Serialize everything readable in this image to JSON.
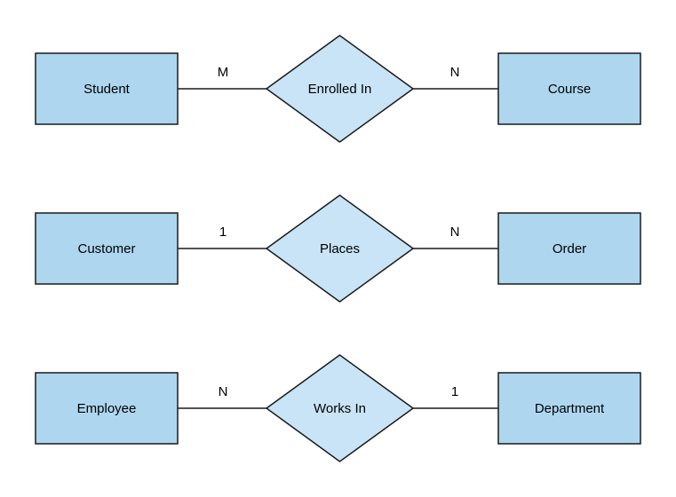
{
  "diagram": {
    "type": "entity-relationship",
    "colors": {
      "background": "#FFFFFF",
      "entity_fill": "#AED6EF",
      "relationship_fill": "#C8E4F6",
      "stroke": "#1A1A1A",
      "text": "#000000"
    },
    "rows": [
      {
        "left_entity": "Student",
        "left_cardinality": "M",
        "relationship": "Enrolled In",
        "right_cardinality": "N",
        "right_entity": "Course"
      },
      {
        "left_entity": "Customer",
        "left_cardinality": "1",
        "relationship": "Places",
        "right_cardinality": "N",
        "right_entity": "Order"
      },
      {
        "left_entity": "Employee",
        "left_cardinality": "N",
        "relationship": "Works In",
        "right_cardinality": "1",
        "right_entity": "Department"
      }
    ]
  }
}
